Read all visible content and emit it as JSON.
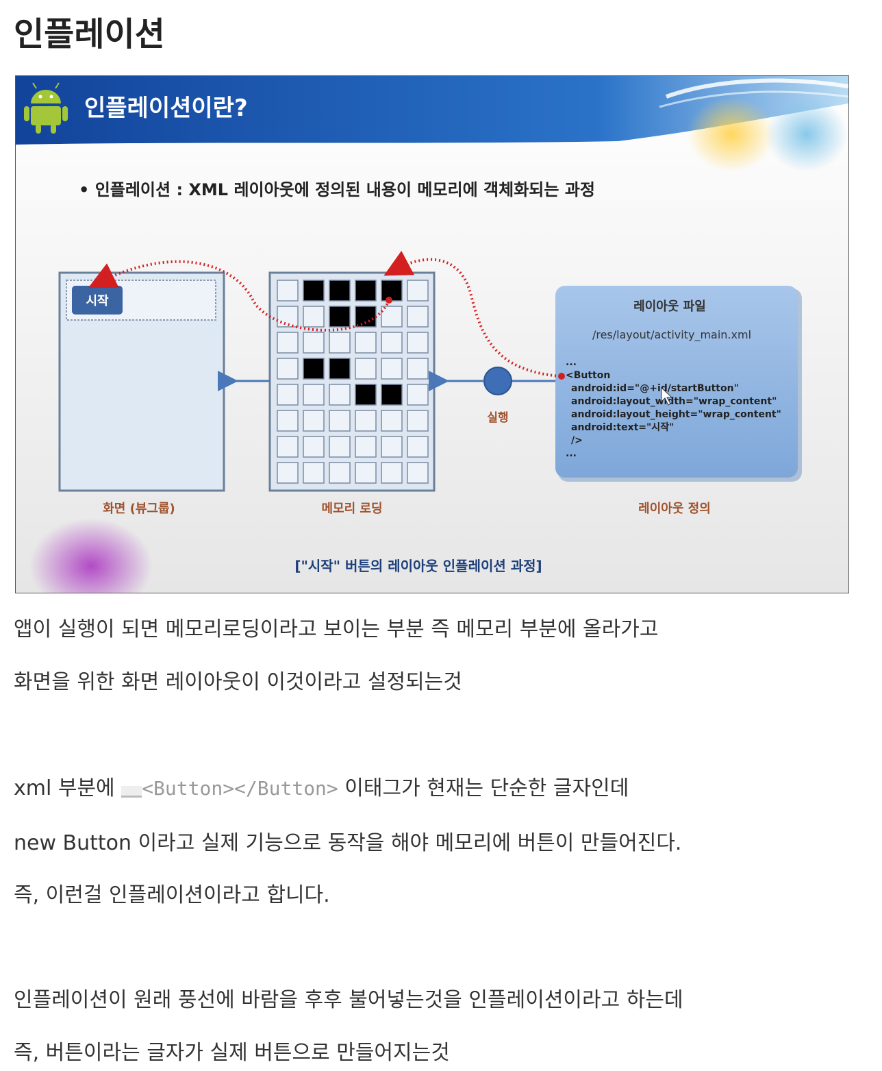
{
  "page": {
    "title": "인플레이션"
  },
  "slide": {
    "heading": "인플레이션이란?",
    "bullet": "• 인플레이션  : XML 레이아웃에 정의된 내용이 메모리에 객체화되는 과정",
    "button_text": "시작",
    "run_label": "실행",
    "file_box": {
      "title": "레이아웃 파일",
      "path": "/res/layout/activity_main.xml",
      "code_lines": [
        "...",
        "<Button",
        "android:id=\"@+id/startButton\"",
        "android:layout_width=\"wrap_content\"",
        "android:layout_height=\"wrap_content\"",
        "android:text=\"시작\"",
        "/>",
        "..."
      ]
    },
    "captions": {
      "screen": "화면 (뷰그룹)",
      "memory": "메모리 로딩",
      "layout": "레이아웃 정의"
    },
    "footer": "[\"시작\" 버튼의 레이아웃 인플레이션 과정]",
    "grid_filled": [
      [
        0,
        1
      ],
      [
        0,
        2
      ],
      [
        0,
        3
      ],
      [
        0,
        4
      ],
      [
        1,
        2
      ],
      [
        1,
        3
      ],
      [
        3,
        1
      ],
      [
        3,
        2
      ],
      [
        4,
        3
      ],
      [
        4,
        4
      ]
    ],
    "colors": {
      "banner": "#1a4fa0",
      "arrow": "#4a78b8",
      "dots": "#d31f1f",
      "box": "#8fb4e0"
    }
  },
  "paragraphs": {
    "p1": "앱이 실행이 되면 메모리로딩이라고 보이는 부분 즉 메모리 부분에 올라가고",
    "p2": "화면을 위한 화면 레이아웃이 이것이라고 설정되는것",
    "p3_prefix": "xml 부분에 ",
    "p3_code": "<Button></Button>",
    "p3_suffix": " 이태그가 현재는 단순한 글자인데",
    "p4": "new Button 이라고 실제 기능으로 동작을 해야 메모리에 버튼이 만들어진다.",
    "p5": "즉, 이런걸 인플레이션이라고 합니다.",
    "p6": "인플레이션이 원래  풍선에 바람을 후후 불어넣는것을 인플레이션이라고 하는데",
    "p7": "즉, 버튼이라는 글자가 실제 버튼으로 만들어지는것"
  }
}
